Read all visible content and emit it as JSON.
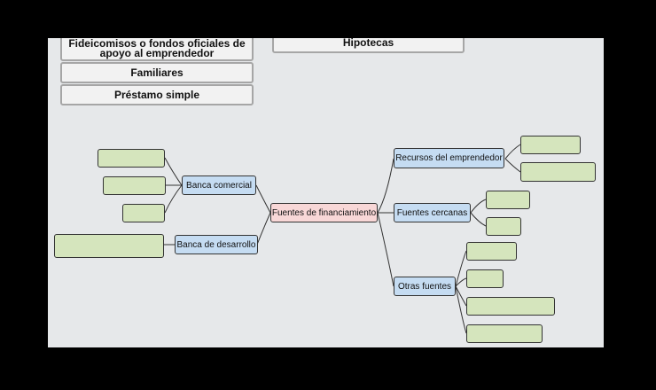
{
  "options": {
    "fideicomisos": "Fideicomisos o fondos oficiales de apoyo al emprendedor",
    "hipotecas": "Hipotecas",
    "familiares": "Familiares",
    "prestamo": "Préstamo simple"
  },
  "map": {
    "center": "Fuentes de financiamiento",
    "banca_comercial": "Banca comercial",
    "banca_desarrollo": "Banca de desarrollo",
    "recursos": "Recursos del emprendedor",
    "cercanas": "Fuentes cercanas",
    "otras": "Otras fuentes"
  },
  "colors": {
    "central_node": "#f8d7d7",
    "branch_node": "#c5dcf2",
    "empty_slot": "#d5e5bd"
  }
}
